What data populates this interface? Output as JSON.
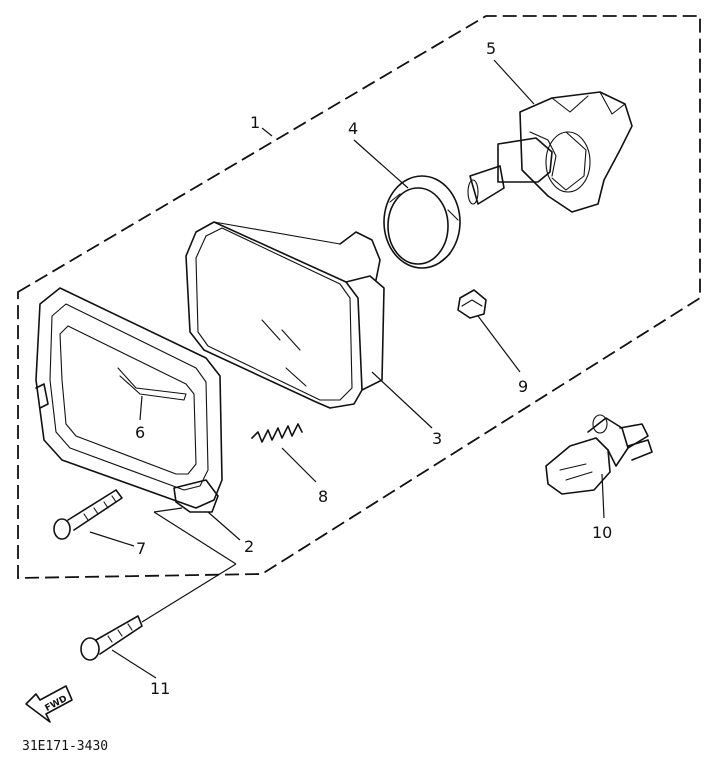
{
  "callouts": [
    "1",
    "2",
    "3",
    "4",
    "5",
    "6",
    "7",
    "8",
    "9",
    "10",
    "11"
  ],
  "direction_label": "FWD",
  "diagram_code": "31E171-3430",
  "icons": [
    "front-direction-arrow-icon"
  ]
}
